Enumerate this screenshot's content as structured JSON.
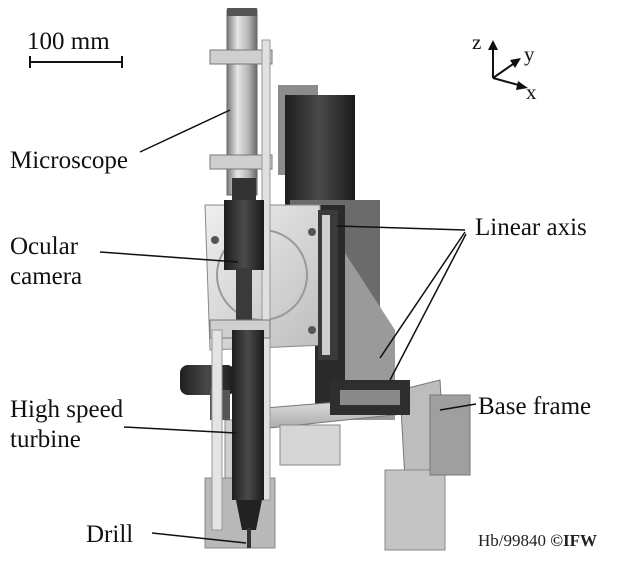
{
  "scale_bar": {
    "label": "100 mm"
  },
  "axes": {
    "z": "z",
    "y": "y",
    "x": "x"
  },
  "labels": {
    "microscope": "Microscope",
    "ocular_1": "Ocular",
    "ocular_2": "camera",
    "linear_axis": "Linear axis",
    "high_speed_1": "High speed",
    "high_speed_2": "turbine",
    "base_frame": "Base frame",
    "drill": "Drill"
  },
  "credit": {
    "id": "Hb/99840",
    "copyright": "©IFW"
  },
  "colors": {
    "line": "#111111",
    "metal_light": "#d9d9d9",
    "metal_dark": "#555555"
  }
}
